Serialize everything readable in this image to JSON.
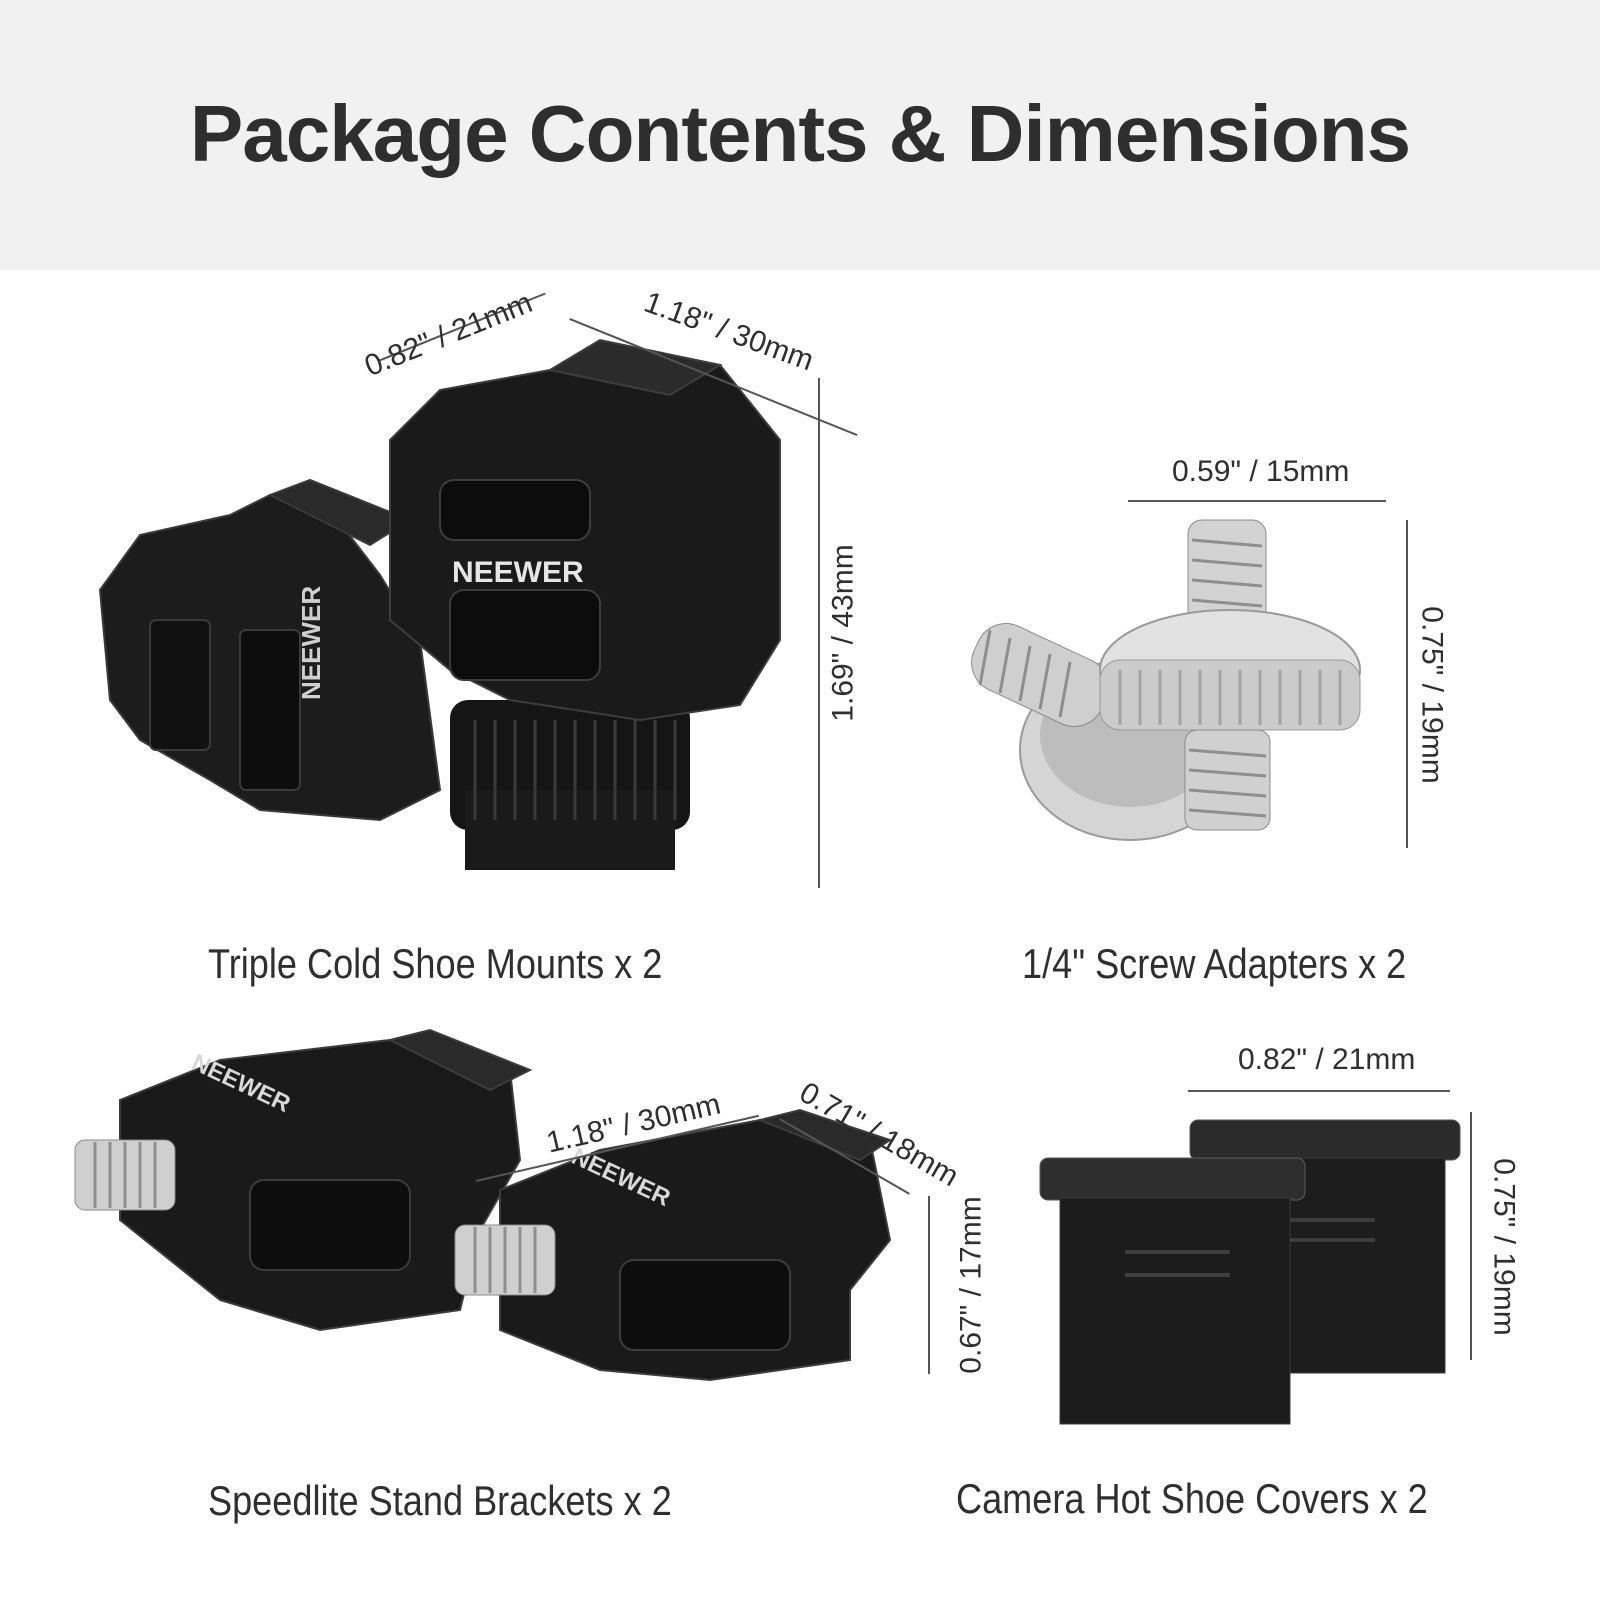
{
  "title": "Package Contents & Dimensions",
  "items": [
    {
      "caption": "Triple Cold Shoe Mounts x 2",
      "dims": [
        "0.82\" / 21mm",
        "1.18\" / 30mm",
        "1.69\" / 43mm"
      ],
      "logo": "NEEWER"
    },
    {
      "caption": "1/4\" Screw Adapters x 2",
      "dims": [
        "0.59\" / 15mm",
        "0.75\" / 19mm"
      ]
    },
    {
      "caption": "Speedlite Stand Brackets x 2",
      "dims": [
        "1.18\" / 30mm",
        "0.71\" / 18mm",
        "0.67\" / 17mm"
      ],
      "logo": "NEEWER"
    },
    {
      "caption": "Camera Hot Shoe Covers x 2",
      "dims": [
        "0.82\" / 21mm",
        "0.75\" / 19mm"
      ]
    }
  ]
}
